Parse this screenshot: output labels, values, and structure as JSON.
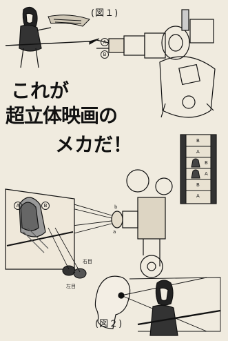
{
  "figures": {
    "fig1_label": "(図１)",
    "fig2_label": "(図２)"
  },
  "headline": {
    "line1": "これが",
    "line2": "超立体映画の",
    "line3": "メカだ！"
  },
  "projector": {
    "lens_a": "A",
    "lens_b": "B",
    "frame_labels": [
      "B",
      "A",
      "B",
      "A",
      "B",
      "A"
    ],
    "lens_b_lower": "b",
    "lens_a_lower": "a"
  },
  "fig2": {
    "screen_a": "A",
    "screen_b": "B",
    "right_eye": "右目",
    "left_eye": "左目"
  }
}
